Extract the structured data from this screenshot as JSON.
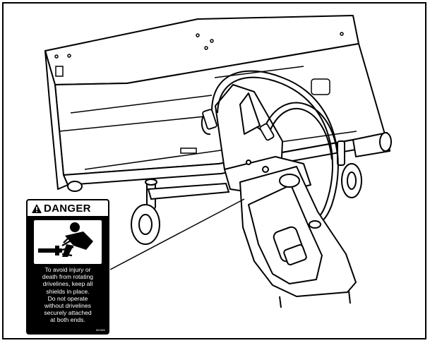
{
  "decal": {
    "title": "DANGER",
    "message": "To avoid injury or\ndeath from rotating\ndrivelines, keep all\nshields in place.\nDo not operate\nwithout drivelines\nsecurely attached\nat both ends.",
    "part_code": "MX1500"
  },
  "icons": {
    "warning": "warning-triangle-icon",
    "entanglement": "driveline-entanglement-icon"
  },
  "colors": {
    "ink": "#000000",
    "paper": "#ffffff"
  }
}
